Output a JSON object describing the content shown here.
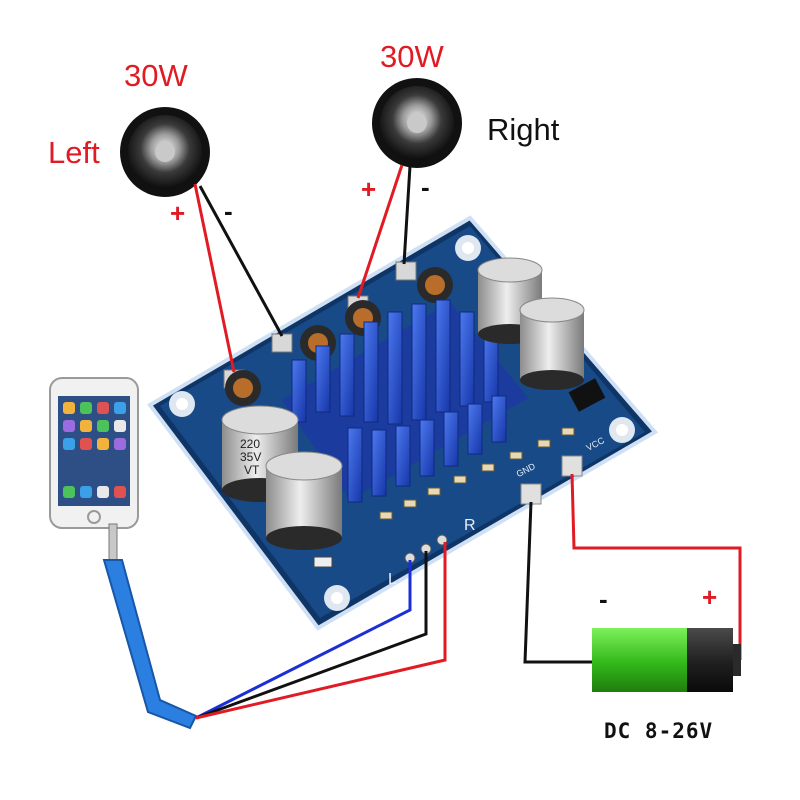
{
  "labels": {
    "left_power": "30W",
    "left_channel": "Left",
    "right_power": "30W",
    "right_channel": "Right",
    "left_plus": "+",
    "left_minus": "-",
    "right_plus": "+",
    "right_minus": "-",
    "battery_minus": "-",
    "battery_plus": "+",
    "supply": "DC 8-26V"
  },
  "board": {
    "silk_gnd": "GND",
    "silk_vcc": "VCC",
    "silk_l": "L",
    "silk_r": "R",
    "cap_rating": "220 35V VT",
    "cap_value": "220",
    "cap_voltage": "35V",
    "cap_series": "VT"
  },
  "colors": {
    "wire_red": "#e01b24",
    "wire_black": "#111111",
    "wire_blue": "#1a2fd6",
    "pcb": "#123f7a",
    "heatsink": "#2a55d8",
    "battery_green": "#3cc21e"
  }
}
